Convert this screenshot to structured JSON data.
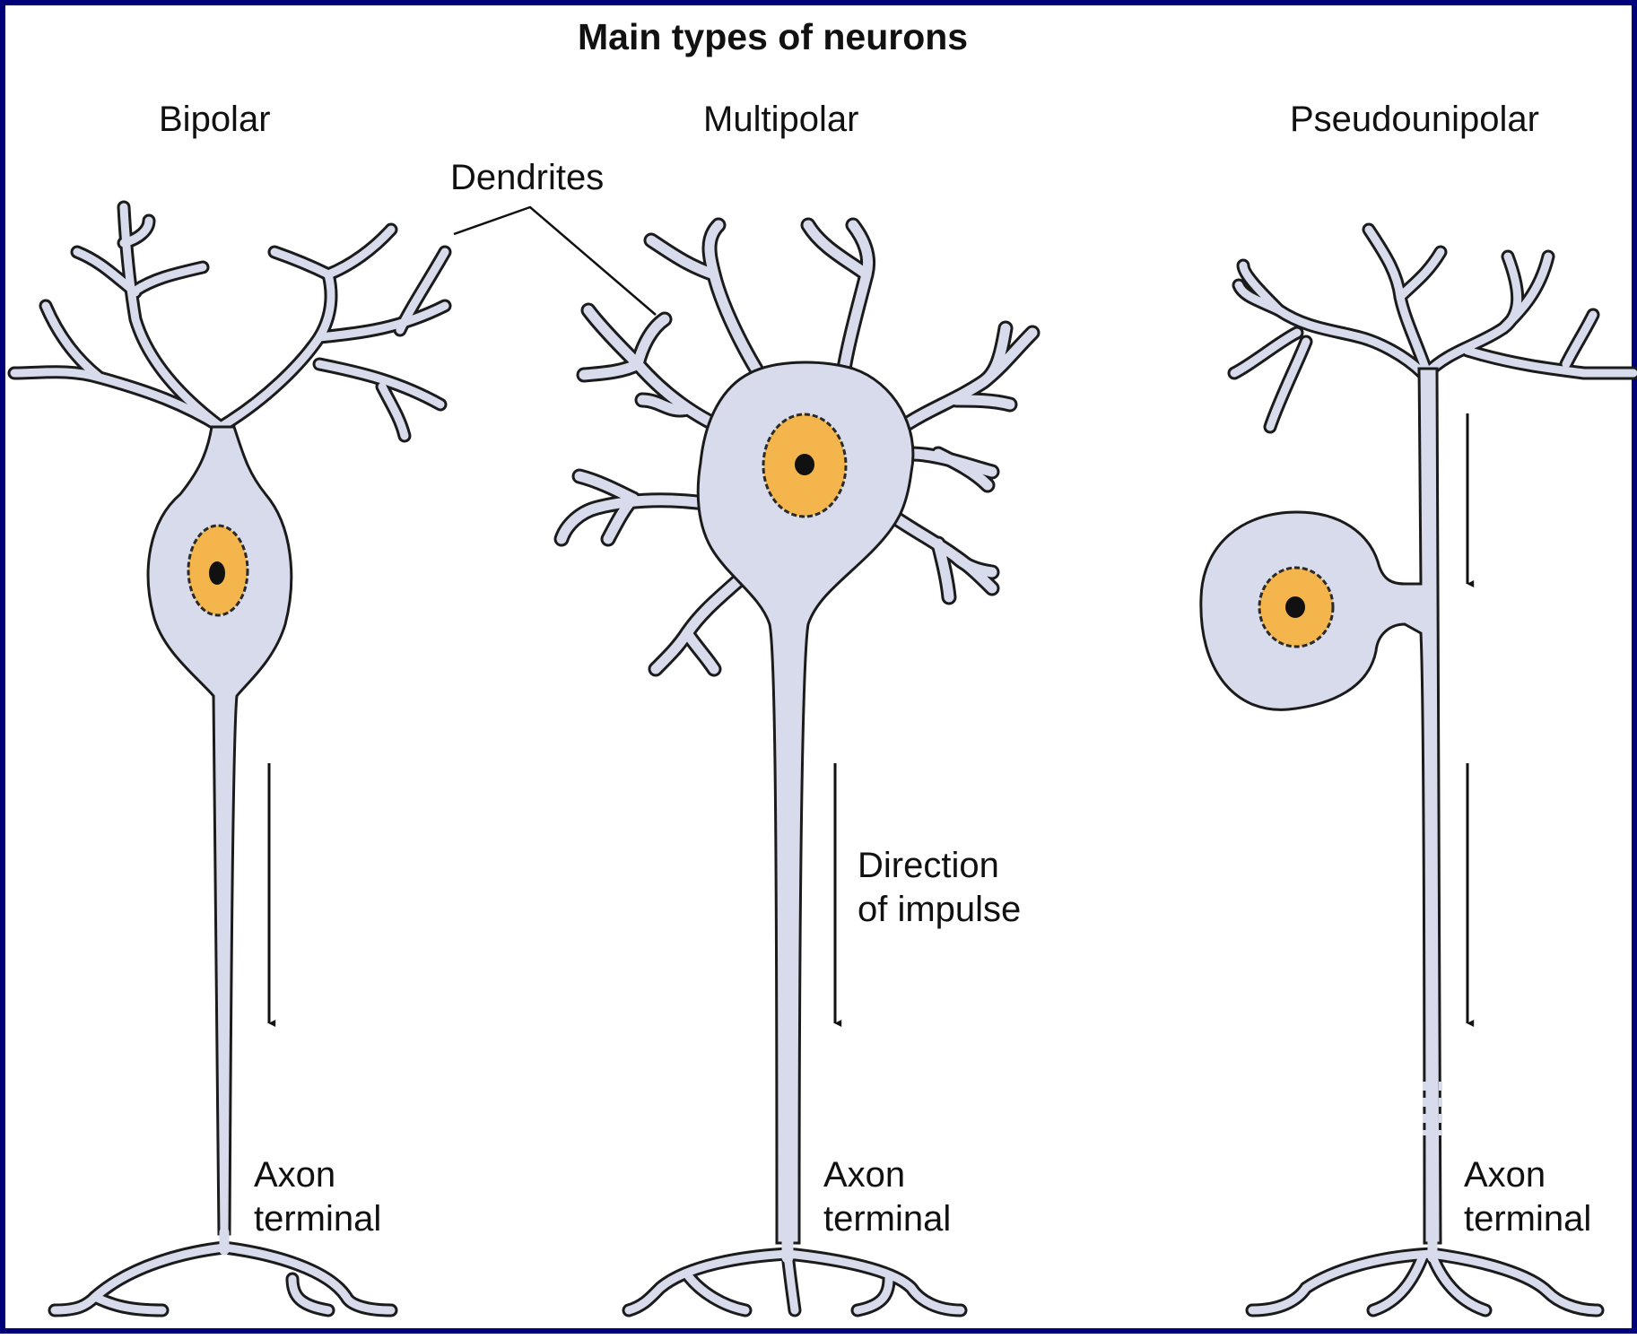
{
  "diagram": {
    "title": "Main types of neurons",
    "types": [
      "Bipolar",
      "Multipolar",
      "Pseudounipolar"
    ],
    "dendrites_label": "Dendrites",
    "direction_label_line1": "Direction",
    "direction_label_line2": "of impulse",
    "axon_label_line1": "Axon",
    "axon_label_line2": "terminal"
  },
  "colors": {
    "border": "#00007a",
    "cell_fill": "#d7dbeb",
    "outline": "#1b1b1b",
    "nucleus": "#f4b64c"
  }
}
